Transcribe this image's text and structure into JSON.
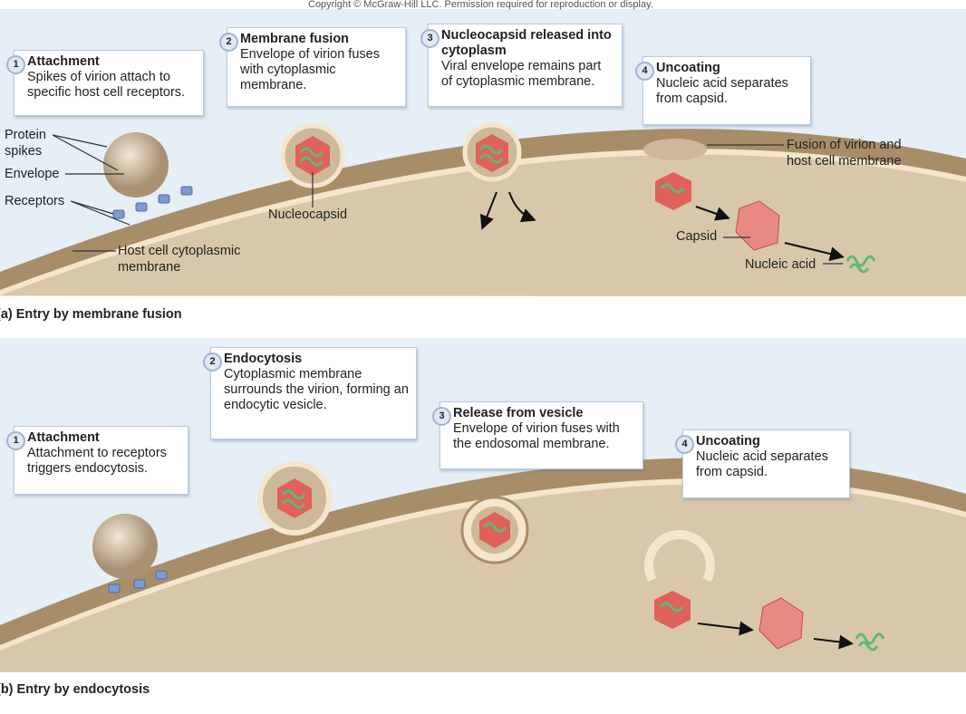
{
  "copyright": "Copyright © McGraw-Hill LLC. Permission required for reproduction or display.",
  "panel_a": {
    "caption": "(a) Entry by membrane fusion",
    "steps": [
      {
        "num": "1",
        "title": "Attachment",
        "text": "Spikes of virion attach to specific host cell receptors."
      },
      {
        "num": "2",
        "title": "Membrane fusion",
        "text": "Envelope of virion fuses with cytoplasmic membrane."
      },
      {
        "num": "3",
        "title": "Nucleocapsid released into cytoplasm",
        "text": "Viral envelope remains part of cytoplasmic membrane."
      },
      {
        "num": "4",
        "title": "Uncoating",
        "text": "Nucleic acid separates from capsid."
      }
    ],
    "labels": {
      "protein_spikes": "Protein spikes",
      "envelope": "Envelope",
      "receptors": "Receptors",
      "host_membrane": "Host cell cytoplasmic membrane",
      "nucleocapsid": "Nucleocapsid",
      "fusion": "Fusion of virion and host cell membrane",
      "capsid": "Capsid",
      "nucleic_acid": "Nucleic acid"
    }
  },
  "panel_b": {
    "caption": "(b) Entry by endocytosis",
    "steps": [
      {
        "num": "1",
        "title": "Attachment",
        "text": "Attachment to receptors triggers endocytosis."
      },
      {
        "num": "2",
        "title": "Endocytosis",
        "text": "Cytoplasmic membrane surrounds the virion, forming an endocytic vesicle."
      },
      {
        "num": "3",
        "title": "Release from vesicle",
        "text": "Envelope of virion fuses with the endosomal membrane."
      },
      {
        "num": "4",
        "title": "Uncoating",
        "text": "Nucleic acid separates from capsid."
      }
    ]
  },
  "colors": {
    "background": "#e6eef6",
    "cell_wall": "#a88d69",
    "cytoplasm": "#d8c7ab",
    "membrane": "#f3e6cc",
    "virion": "#cdb89a",
    "capsid": "#e0605a",
    "nucleic_acid": "#5db87a",
    "receptor": "#7f99d2"
  }
}
